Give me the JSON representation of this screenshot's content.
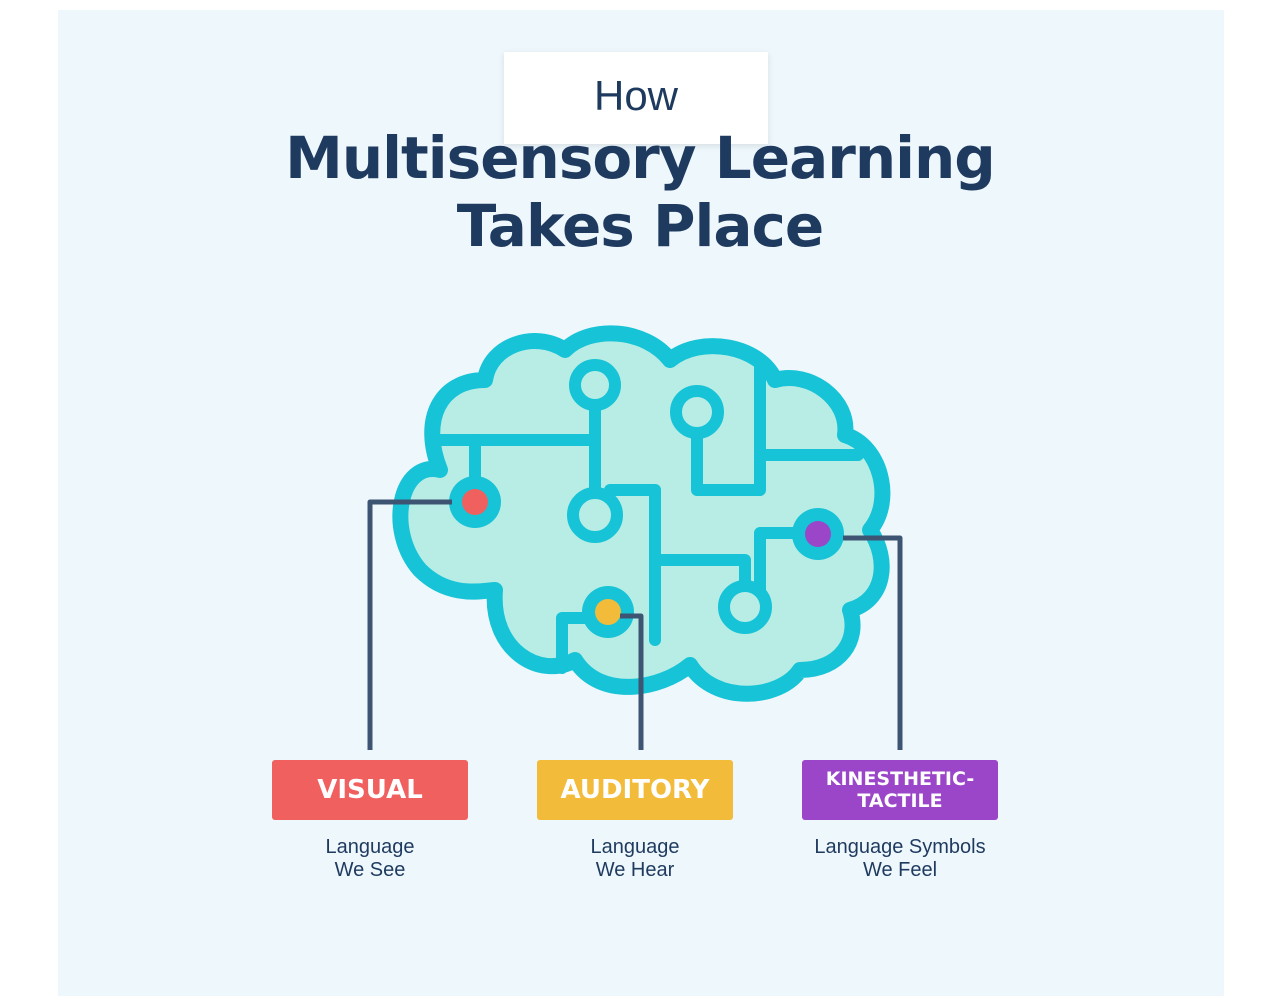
{
  "header": {
    "how": "How",
    "title_line1": "Multisensory Learning",
    "title_line2": "Takes Place"
  },
  "colors": {
    "background": "#eef7fc",
    "title": "#1f3a5f",
    "brain_outline": "#17c3d6",
    "brain_fill": "#b8ede6",
    "connector": "#3d5573",
    "visual": "#f0605f",
    "auditory": "#f2bb3a",
    "kinesthetic": "#9b45c8"
  },
  "senses": [
    {
      "label": "VISUAL",
      "desc_line1": "Language",
      "desc_line2": "We See"
    },
    {
      "label": "AUDITORY",
      "desc_line1": "Language",
      "desc_line2": "We Hear"
    },
    {
      "label_line1": "KINESTHETIC-",
      "label_line2": "TACTILE",
      "desc_line1": "Language Symbols",
      "desc_line2": "We Feel"
    }
  ]
}
